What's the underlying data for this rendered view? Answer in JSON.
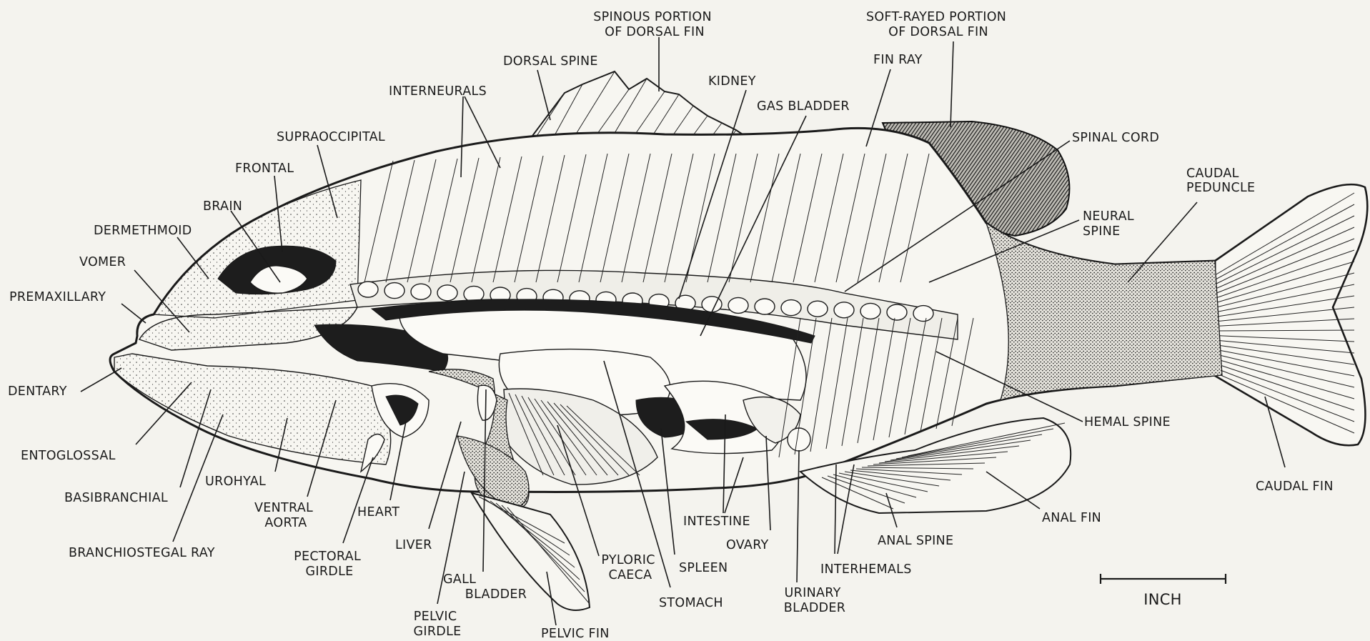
{
  "labels": {
    "spinous_portion": [
      "SPINOUS PORTION",
      "OF DORSAL FIN"
    ],
    "soft_rayed_portion": [
      "SOFT-RAYED PORTION",
      "OF DORSAL FIN"
    ],
    "dorsal_spine": "DORSAL SPINE",
    "kidney": "KIDNEY",
    "fin_ray": "FIN RAY",
    "gas_bladder": "GAS BLADDER",
    "interneurals": "INTERNEURALS",
    "supraoccipital": "SUPRAOCCIPITAL",
    "spinal_cord": "SPINAL CORD",
    "caudal_peduncle": [
      "CAUDAL",
      "PEDUNCLE"
    ],
    "frontal": "FRONTAL",
    "neural_spine": [
      "NEURAL",
      "SPINE"
    ],
    "brain": "BRAIN",
    "dermethmoid": "DERMETHMOID",
    "vomer": "VOMER",
    "premaxillary": "PREMAXILLARY",
    "dentary": "DENTARY",
    "hemal_spine": "HEMAL SPINE",
    "entoglossal": "ENTOGLOSSAL",
    "caudal_fin": "CAUDAL FIN",
    "urohyal": "UROHYAL",
    "basibranchial": "BASIBRANCHIAL",
    "anal_fin": "ANAL FIN",
    "ventral_aorta": [
      "VENTRAL",
      "AORTA"
    ],
    "heart": "HEART",
    "intestine": "INTESTINE",
    "branchiostegal_ray": "BRANCHIOSTEGAL RAY",
    "anal_spine": "ANAL SPINE",
    "pectoral_girdle": [
      "PECTORAL",
      "GIRDLE"
    ],
    "liver": "LIVER",
    "ovary": "OVARY",
    "pyloric_caeca": [
      "PYLORIC",
      "CAECA"
    ],
    "spleen": "SPLEEN",
    "interhemals": "INTERHEMALS",
    "gall_bladder": [
      "GALL",
      "BLADDER"
    ],
    "urinary_bladder": [
      "URINARY",
      "BLADDER"
    ],
    "stomach": "STOMACH",
    "pelvic_girdle": [
      "PELVIC",
      "GIRDLE"
    ],
    "pelvic_fin": "PELVIC FIN"
  },
  "scale_bar": {
    "label": "INCH"
  }
}
